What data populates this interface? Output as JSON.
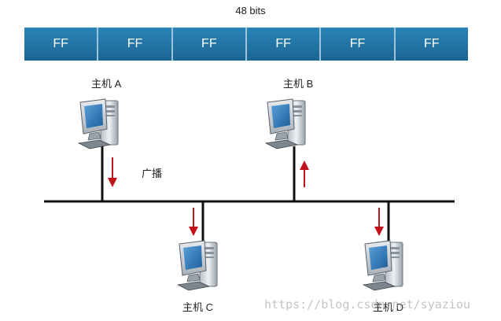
{
  "header": {
    "bits_label": "48 bits"
  },
  "frame": {
    "bytes": [
      "FF",
      "FF",
      "FF",
      "FF",
      "FF",
      "FF"
    ],
    "color": "#1f6e9e"
  },
  "hosts": {
    "a": {
      "label": "主机 A",
      "icon": "computer-icon"
    },
    "b": {
      "label": "主机 B",
      "icon": "computer-icon"
    },
    "c": {
      "label": "主机 C",
      "icon": "computer-icon"
    },
    "d": {
      "label": "主机 D",
      "icon": "computer-icon"
    }
  },
  "broadcast": {
    "label": "广播",
    "arrow_color": "#c0141a"
  },
  "watermark": "https://blog.csdn.net/syaziou"
}
